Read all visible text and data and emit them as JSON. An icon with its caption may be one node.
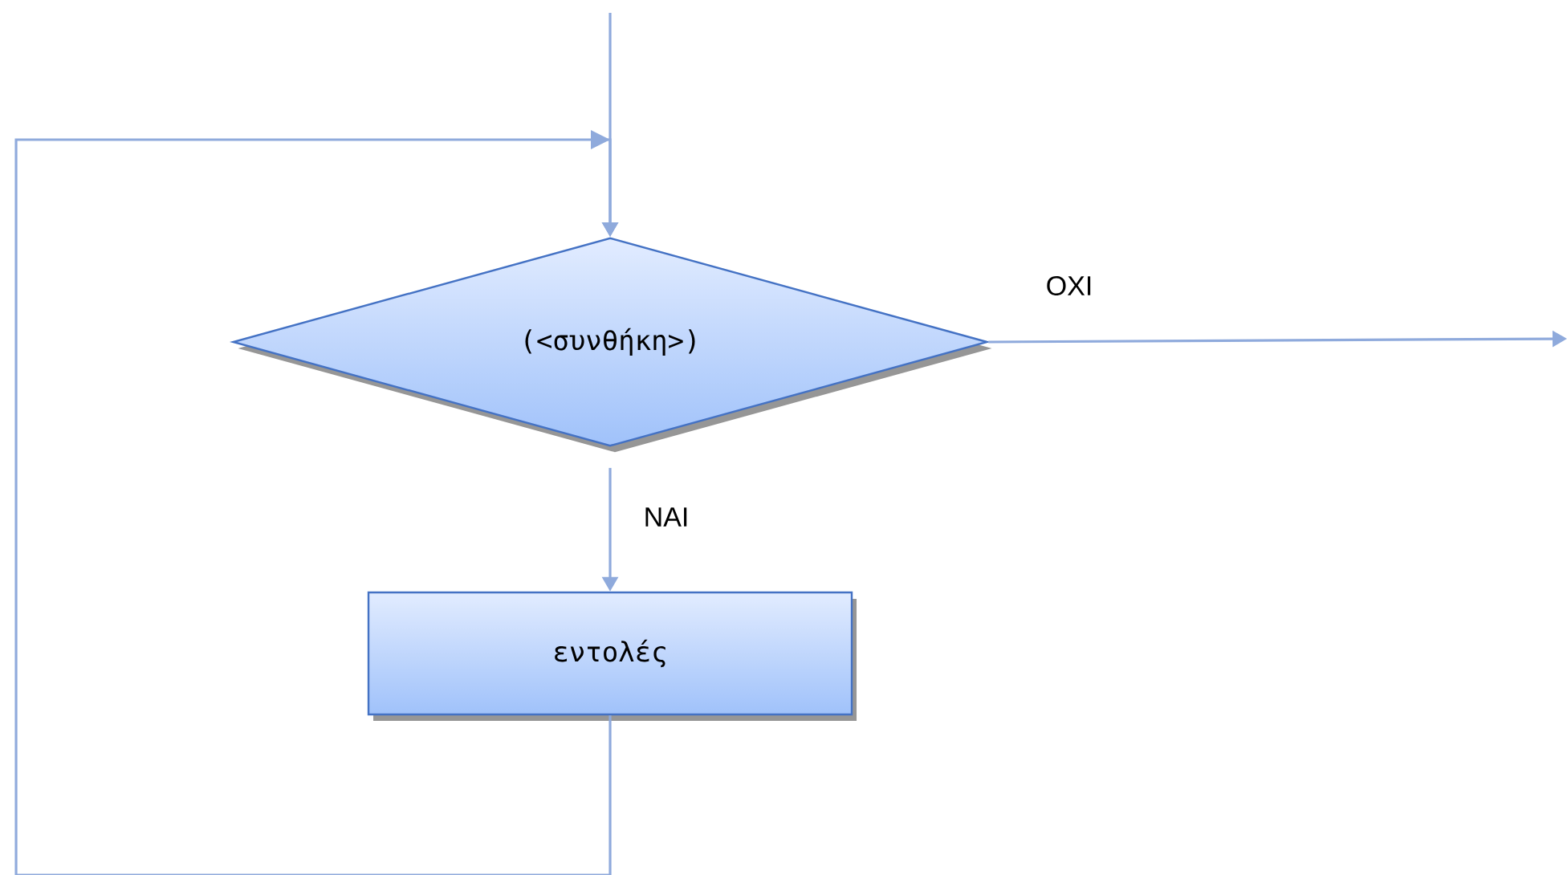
{
  "diagram": {
    "nodes": [
      {
        "text": [
          "(<συνθήκη>)"
        ]
      },
      {
        "text": [
          "εντολές"
        ]
      }
    ],
    "edges": [
      {
        "from": null,
        "to": 0,
        "arrow": "to"
      },
      {
        "from": 0,
        "to": 1,
        "arrow": "to",
        "label": "ΝΑΙ"
      },
      {
        "from": 0,
        "to": null,
        "arrow": "to",
        "label": "ΟΧΙ"
      },
      {
        "from": 1,
        "to": 0,
        "arrow": "to"
      }
    ]
  }
}
